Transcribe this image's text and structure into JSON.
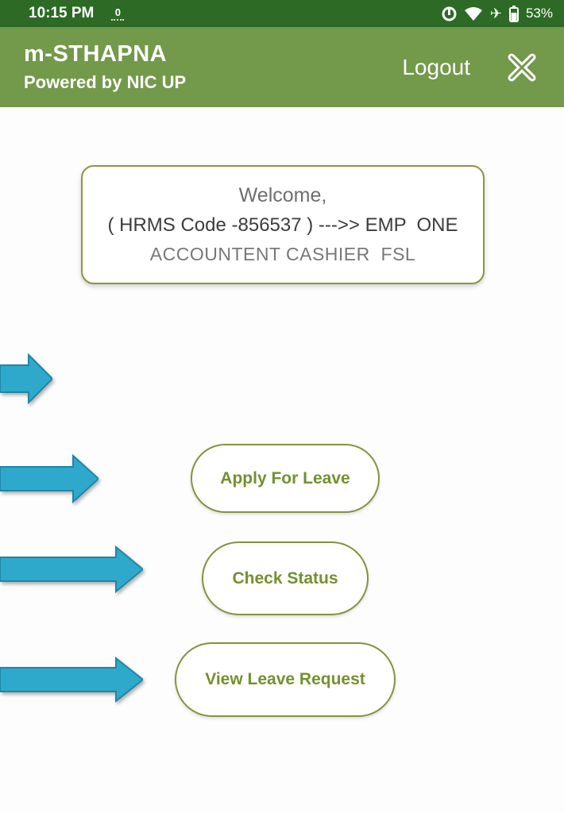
{
  "status_bar": {
    "time": "10:15 PM",
    "network_speed": "0",
    "battery_percent": "53%",
    "right_icons": [
      "data-saver-icon",
      "wifi-icon",
      "airplane-mode-icon",
      "battery-icon"
    ]
  },
  "header": {
    "title": "m-STHAPNA",
    "subtitle": "Powered by NIC UP",
    "logout_label": "Logout",
    "close_icon": "close-icon"
  },
  "welcome_card": {
    "line1": "Welcome,",
    "line2": "( HRMS Code -856537 ) --->> EMP  ONE",
    "line3": "ACCOUNTENT CASHIER  FSL"
  },
  "buttons": [
    {
      "label": "Apply For Leave"
    },
    {
      "label": "Check Status"
    },
    {
      "label": "View Leave Request"
    }
  ],
  "annotations": {
    "arrow_icon": "right-block-arrow",
    "count": 4
  },
  "colors": {
    "status_bar_bg": "#2c6a25",
    "header_bg": "#73994a",
    "arrow_fill": "#2fa9cb",
    "arrow_stroke": "#1f86a5",
    "pill_border": "#87913e",
    "pill_text": "#73902e",
    "card_border": "#8f9440"
  }
}
